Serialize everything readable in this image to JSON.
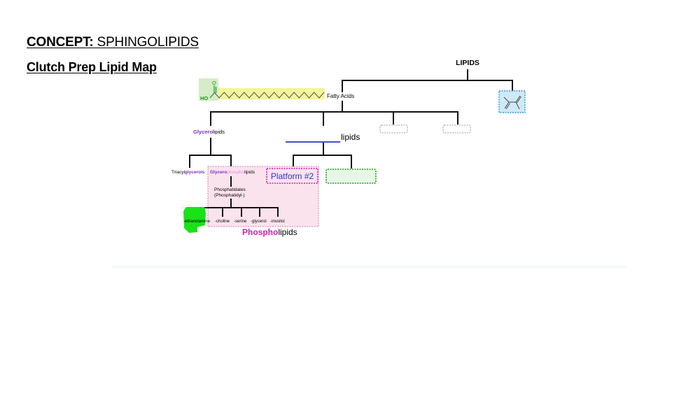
{
  "header": {
    "concept_label": "CONCEPT:",
    "concept_topic": "SPHINGOLIPIDS",
    "subtitle": "Clutch Prep Lipid Map"
  },
  "map": {
    "root": "LIPIDS",
    "fatty_acids": "Fatty Acids",
    "ho_label": "HO",
    "o_label": "O",
    "glycerolipids": {
      "prefix": "Glycero",
      "suffix": "lipids"
    },
    "blank_lipids_suffix": "lipids",
    "triacylglycerols": {
      "prefix": "Triacyl",
      "highlight": "glycerol",
      "suffix": "s"
    },
    "glycerophospholipids": {
      "part1": "Glycero",
      "part2": "phospho",
      "part3": "lipids"
    },
    "platform_2": "Platform #2",
    "phosphatidates_line1": "Phosphatidates",
    "phosphatidates_line2": "(Phosphatidyl-)",
    "head_groups": [
      "-ethanolamine",
      "-choline",
      "-serine",
      "-glycerol",
      "-inositol"
    ],
    "phospholipids": {
      "prefix": "Phospho",
      "suffix": "lipids"
    }
  },
  "colors": {
    "purple": "#7b2fbe",
    "magenta": "#d81ab8",
    "blue_line": "#2a35c9",
    "green_highlight": "#17e317",
    "pink_fill": "#fbe3ee",
    "pink_border": "#d57ab5",
    "yellow_highlight": "#f3f59a",
    "green_molecule": "#1a9a1a",
    "cyan_box": "#cfe9f7",
    "cyan_border": "#2b9bd6"
  }
}
